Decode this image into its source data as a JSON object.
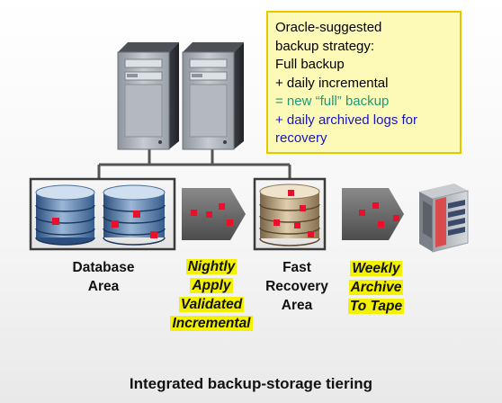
{
  "note": {
    "lines": [
      {
        "text": "Oracle-suggested",
        "color": "#000000"
      },
      {
        "text": "backup strategy:",
        "color": "#000000"
      },
      {
        "text": "Full backup",
        "color": "#000000"
      },
      {
        "text": "+ daily incremental",
        "color": "#000000"
      },
      {
        "text": "= new “full” backup",
        "color": "#1a9a7a"
      },
      {
        "text": "+ daily archived logs for",
        "color": "#1515c8"
      },
      {
        "text": "recovery",
        "color": "#1515c8"
      }
    ]
  },
  "labels": {
    "database_area": [
      "Database",
      "Area"
    ],
    "fast_recovery_area": [
      "Fast",
      "Recovery",
      "Area"
    ]
  },
  "highlights": {
    "nightly": [
      "Nightly",
      "Apply",
      "Validated",
      "Incremental"
    ],
    "weekly": [
      "Weekly",
      "Archive",
      "To Tape"
    ]
  },
  "caption": "Integrated backup-storage tiering",
  "colors": {
    "note_bg": "#fdfab8",
    "note_border": "#e6c700",
    "highlight": "#f4f100",
    "data_block": "#e8102a"
  }
}
